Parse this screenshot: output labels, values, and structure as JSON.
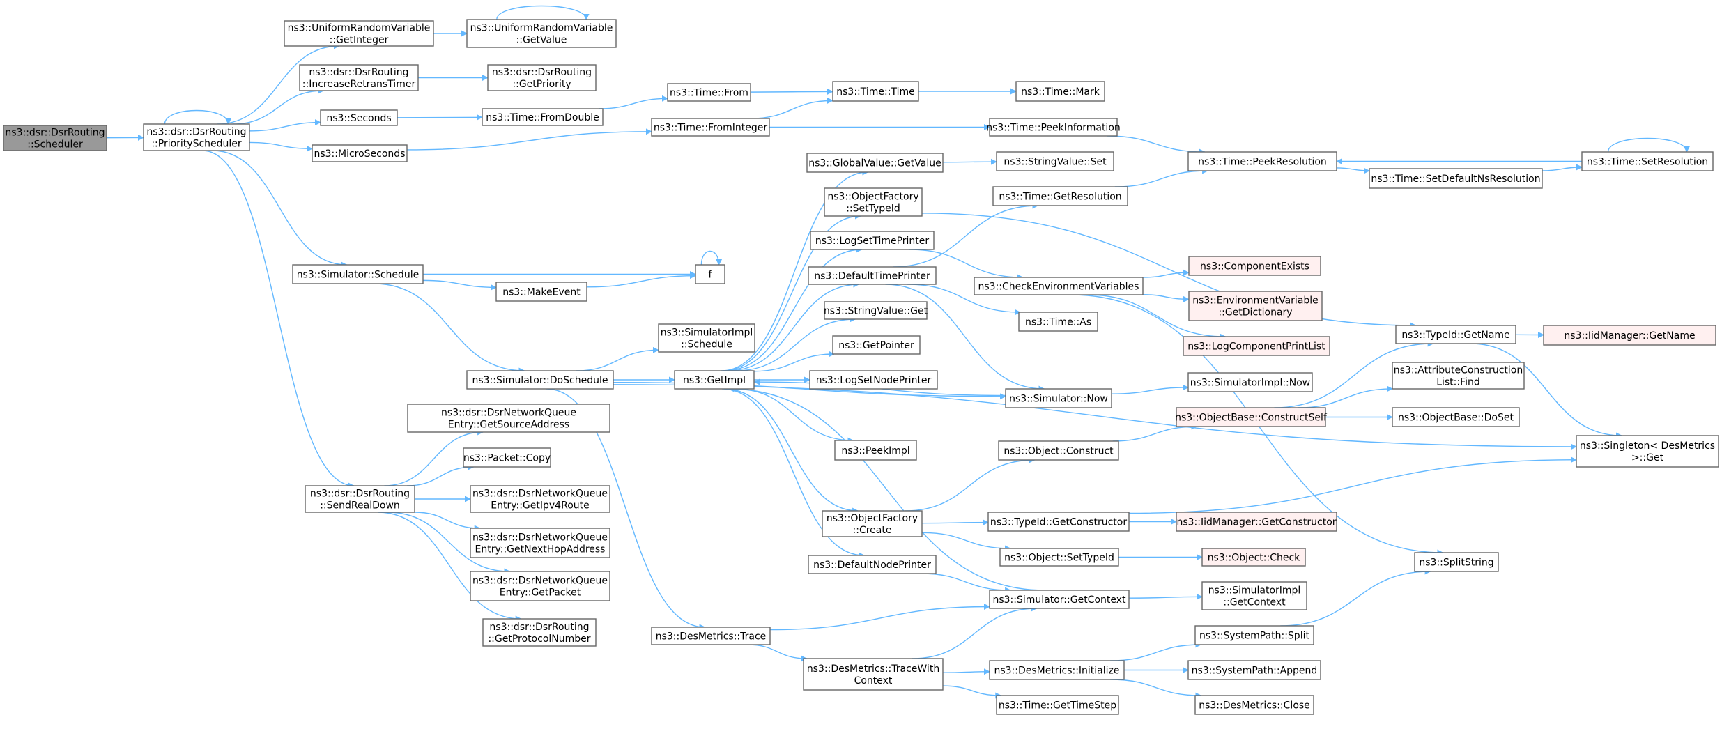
{
  "colors": {
    "edge": "#63b8ff",
    "node_border": "#666666",
    "node_fill": "#ffffff",
    "root_fill": "#999999",
    "truncated_border": "#ff0000",
    "truncated_fill": "#fff0f0",
    "text": "#000000"
  },
  "nodes": [
    {
      "id": "root",
      "lines": [
        "ns3::dsr::DsrRouting",
        "::Scheduler"
      ],
      "kind": "root"
    },
    {
      "id": "ps",
      "lines": [
        "ns3::dsr::DsrRouting",
        "::PriorityScheduler"
      ]
    },
    {
      "id": "urvGetInt",
      "lines": [
        "ns3::UniformRandomVariable",
        "::GetInteger"
      ]
    },
    {
      "id": "urvGetVal",
      "lines": [
        "ns3::UniformRandomVariable",
        "::GetValue"
      ]
    },
    {
      "id": "incRetrans",
      "lines": [
        "ns3::dsr::DsrRouting",
        "::IncreaseRetransTimer"
      ]
    },
    {
      "id": "getPriority",
      "lines": [
        "ns3::dsr::DsrRouting",
        "::GetPriority"
      ]
    },
    {
      "id": "seconds",
      "lines": [
        "ns3::Seconds"
      ]
    },
    {
      "id": "microSeconds",
      "lines": [
        "ns3::MicroSeconds"
      ]
    },
    {
      "id": "timeFromDouble",
      "lines": [
        "ns3::Time::FromDouble"
      ]
    },
    {
      "id": "timeFrom",
      "lines": [
        "ns3::Time::From"
      ]
    },
    {
      "id": "timeFromInteger",
      "lines": [
        "ns3::Time::FromInteger"
      ]
    },
    {
      "id": "timeTime",
      "lines": [
        "ns3::Time::Time"
      ]
    },
    {
      "id": "timeMark",
      "lines": [
        "ns3::Time::Mark"
      ]
    },
    {
      "id": "peekInfo",
      "lines": [
        "ns3::Time::PeekInformation"
      ]
    },
    {
      "id": "peekRes",
      "lines": [
        "ns3::Time::PeekResolution"
      ]
    },
    {
      "id": "setDefNsRes",
      "lines": [
        "ns3::Time::SetDefaultNsResolution"
      ]
    },
    {
      "id": "setRes",
      "lines": [
        "ns3::Time::SetResolution"
      ]
    },
    {
      "id": "gvGetValue",
      "lines": [
        "ns3::GlobalValue::GetValue"
      ]
    },
    {
      "id": "svSet",
      "lines": [
        "ns3::StringValue::Set"
      ]
    },
    {
      "id": "ofSetTypeId",
      "lines": [
        "ns3::ObjectFactory",
        "::SetTypeId"
      ]
    },
    {
      "id": "getResolution",
      "lines": [
        "ns3::Time::GetResolution"
      ]
    },
    {
      "id": "logSetTimePrinter",
      "lines": [
        "ns3::LogSetTimePrinter"
      ]
    },
    {
      "id": "defaultTimePrinter",
      "lines": [
        "ns3::DefaultTimePrinter"
      ]
    },
    {
      "id": "checkEnv",
      "lines": [
        "ns3::CheckEnvironmentVariables"
      ]
    },
    {
      "id": "compExists",
      "lines": [
        "ns3::ComponentExists"
      ],
      "kind": "truncated"
    },
    {
      "id": "envGetDict",
      "lines": [
        "ns3::EnvironmentVariable",
        "::GetDictionary"
      ],
      "kind": "truncated"
    },
    {
      "id": "logCompPrint",
      "lines": [
        "ns3::LogComponentPrintList"
      ],
      "kind": "truncated"
    },
    {
      "id": "timeAs",
      "lines": [
        "ns3::Time::As"
      ]
    },
    {
      "id": "simSchedule",
      "lines": [
        "ns3::Simulator::Schedule"
      ]
    },
    {
      "id": "f",
      "lines": [
        "f"
      ]
    },
    {
      "id": "makeEvent",
      "lines": [
        "ns3::MakeEvent"
      ]
    },
    {
      "id": "svGet",
      "lines": [
        "ns3::StringValue::Get"
      ]
    },
    {
      "id": "simImplSchedule",
      "lines": [
        "ns3::SimulatorImpl",
        "::Schedule"
      ]
    },
    {
      "id": "simDoSchedule",
      "lines": [
        "ns3::Simulator::DoSchedule"
      ]
    },
    {
      "id": "getImpl",
      "lines": [
        "ns3::GetImpl"
      ]
    },
    {
      "id": "getPointer",
      "lines": [
        "ns3::GetPointer"
      ]
    },
    {
      "id": "logSetNodePrinter",
      "lines": [
        "ns3::LogSetNodePrinter"
      ]
    },
    {
      "id": "typeIdGetName",
      "lines": [
        "ns3::TypeId::GetName"
      ]
    },
    {
      "id": "iidGetName",
      "lines": [
        "ns3::IidManager::GetName"
      ],
      "kind": "truncated"
    },
    {
      "id": "attrConstrFind",
      "lines": [
        "ns3::AttributeConstruction",
        "List::Find"
      ]
    },
    {
      "id": "simNow",
      "lines": [
        "ns3::Simulator::Now"
      ]
    },
    {
      "id": "simImplNow",
      "lines": [
        "ns3::SimulatorImpl::Now"
      ]
    },
    {
      "id": "obConstructSelf",
      "lines": [
        "ns3::ObjectBase::ConstructSelf"
      ],
      "kind": "truncated"
    },
    {
      "id": "obDoSet",
      "lines": [
        "ns3::ObjectBase::DoSet"
      ]
    },
    {
      "id": "singletonGet",
      "lines": [
        "ns3::Singleton< DesMetrics",
        ">::Get"
      ]
    },
    {
      "id": "srcAddr",
      "lines": [
        "ns3::dsr::DsrNetworkQueue",
        "Entry::GetSourceAddress"
      ]
    },
    {
      "id": "packetCopy",
      "lines": [
        "ns3::Packet::Copy"
      ]
    },
    {
      "id": "peekImpl",
      "lines": [
        "ns3::PeekImpl"
      ]
    },
    {
      "id": "objConstruct",
      "lines": [
        "ns3::Object::Construct"
      ]
    },
    {
      "id": "sendRealDown",
      "lines": [
        "ns3::dsr::DsrRouting",
        "::SendRealDown"
      ]
    },
    {
      "id": "ipv4Route",
      "lines": [
        "ns3::dsr::DsrNetworkQueue",
        "Entry::GetIpv4Route"
      ]
    },
    {
      "id": "ofCreate",
      "lines": [
        "ns3::ObjectFactory",
        "::Create"
      ]
    },
    {
      "id": "typeIdGetConstr",
      "lines": [
        "ns3::TypeId::GetConstructor"
      ]
    },
    {
      "id": "iidGetConstr",
      "lines": [
        "ns3::IidManager::GetConstructor"
      ],
      "kind": "truncated"
    },
    {
      "id": "nextHop",
      "lines": [
        "ns3::dsr::DsrNetworkQueue",
        "Entry::GetNextHopAddress"
      ]
    },
    {
      "id": "objSetTypeId",
      "lines": [
        "ns3::Object::SetTypeId"
      ]
    },
    {
      "id": "objCheck",
      "lines": [
        "ns3::Object::Check"
      ],
      "kind": "truncated"
    },
    {
      "id": "splitString",
      "lines": [
        "ns3::SplitString"
      ]
    },
    {
      "id": "defaultNodePrinter",
      "lines": [
        "ns3::DefaultNodePrinter"
      ]
    },
    {
      "id": "getPacket",
      "lines": [
        "ns3::dsr::DsrNetworkQueue",
        "Entry::GetPacket"
      ]
    },
    {
      "id": "simGetContext",
      "lines": [
        "ns3::Simulator::GetContext"
      ]
    },
    {
      "id": "simImplGetContext",
      "lines": [
        "ns3::SimulatorImpl",
        "::GetContext"
      ]
    },
    {
      "id": "protoNumber",
      "lines": [
        "ns3::dsr::DsrRouting",
        "::GetProtocolNumber"
      ]
    },
    {
      "id": "dmTrace",
      "lines": [
        "ns3::DesMetrics::Trace"
      ]
    },
    {
      "id": "spSplit",
      "lines": [
        "ns3::SystemPath::Split"
      ]
    },
    {
      "id": "dmTraceWith",
      "lines": [
        "ns3::DesMetrics::TraceWith",
        "Context"
      ]
    },
    {
      "id": "dmInit",
      "lines": [
        "ns3::DesMetrics::Initialize"
      ]
    },
    {
      "id": "spAppend",
      "lines": [
        "ns3::SystemPath::Append"
      ]
    },
    {
      "id": "timeStep",
      "lines": [
        "ns3::Time::GetTimeStep"
      ]
    },
    {
      "id": "dmClose",
      "lines": [
        "ns3::DesMetrics::Close"
      ]
    }
  ],
  "edges": [
    [
      "root",
      "ps"
    ],
    [
      "ps",
      "ps"
    ],
    [
      "ps",
      "urvGetInt"
    ],
    [
      "urvGetInt",
      "urvGetVal"
    ],
    [
      "urvGetVal",
      "urvGetVal"
    ],
    [
      "ps",
      "incRetrans"
    ],
    [
      "incRetrans",
      "getPriority"
    ],
    [
      "ps",
      "seconds"
    ],
    [
      "seconds",
      "timeFromDouble"
    ],
    [
      "timeFromDouble",
      "timeFrom"
    ],
    [
      "timeFrom",
      "timeTime"
    ],
    [
      "timeTime",
      "timeMark"
    ],
    [
      "ps",
      "microSeconds"
    ],
    [
      "microSeconds",
      "timeFromInteger"
    ],
    [
      "timeFromInteger",
      "timeTime"
    ],
    [
      "timeFromInteger",
      "peekInfo"
    ],
    [
      "peekInfo",
      "peekRes"
    ],
    [
      "peekRes",
      "setDefNsRes"
    ],
    [
      "setDefNsRes",
      "setRes"
    ],
    [
      "setRes",
      "peekRes"
    ],
    [
      "setRes",
      "setRes"
    ],
    [
      "ps",
      "simSchedule"
    ],
    [
      "ps",
      "sendRealDown"
    ],
    [
      "simSchedule",
      "f"
    ],
    [
      "f",
      "f"
    ],
    [
      "simSchedule",
      "makeEvent"
    ],
    [
      "makeEvent",
      "f"
    ],
    [
      "simSchedule",
      "simDoSchedule"
    ],
    [
      "simDoSchedule",
      "simImplSchedule"
    ],
    [
      "simDoSchedule",
      "getImpl"
    ],
    [
      "simDoSchedule",
      "simNow"
    ],
    [
      "simDoSchedule",
      "dmTrace"
    ],
    [
      "simDoSchedule",
      "singletonGet"
    ],
    [
      "getImpl",
      "gvGetValue"
    ],
    [
      "gvGetValue",
      "svSet"
    ],
    [
      "getImpl",
      "ofSetTypeId"
    ],
    [
      "ofSetTypeId",
      "typeIdGetName"
    ],
    [
      "getImpl",
      "logSetTimePrinter"
    ],
    [
      "logSetTimePrinter",
      "checkEnv"
    ],
    [
      "getImpl",
      "defaultTimePrinter"
    ],
    [
      "defaultTimePrinter",
      "getResolution"
    ],
    [
      "defaultTimePrinter",
      "timeAs"
    ],
    [
      "defaultTimePrinter",
      "simNow"
    ],
    [
      "getResolution",
      "peekRes"
    ],
    [
      "checkEnv",
      "compExists"
    ],
    [
      "checkEnv",
      "envGetDict"
    ],
    [
      "checkEnv",
      "logCompPrint"
    ],
    [
      "checkEnv",
      "splitString"
    ],
    [
      "getImpl",
      "svGet"
    ],
    [
      "getImpl",
      "getPointer"
    ],
    [
      "getImpl",
      "logSetNodePrinter"
    ],
    [
      "getImpl",
      "peekImpl"
    ],
    [
      "getImpl",
      "ofCreate"
    ],
    [
      "getImpl",
      "defaultNodePrinter"
    ],
    [
      "simNow",
      "getImpl"
    ],
    [
      "simNow",
      "simImplNow"
    ],
    [
      "typeIdGetName",
      "iidGetName"
    ],
    [
      "typeIdGetName",
      "singletonGet"
    ],
    [
      "obConstructSelf",
      "typeIdGetName"
    ],
    [
      "obConstructSelf",
      "attrConstrFind"
    ],
    [
      "obConstructSelf",
      "obDoSet"
    ],
    [
      "objConstruct",
      "obConstructSelf"
    ],
    [
      "ofCreate",
      "objConstruct"
    ],
    [
      "ofCreate",
      "typeIdGetConstr"
    ],
    [
      "ofCreate",
      "objSetTypeId"
    ],
    [
      "typeIdGetConstr",
      "iidGetConstr"
    ],
    [
      "typeIdGetConstr",
      "singletonGet"
    ],
    [
      "objSetTypeId",
      "objCheck"
    ],
    [
      "defaultNodePrinter",
      "simGetContext"
    ],
    [
      "simGetContext",
      "getImpl"
    ],
    [
      "simGetContext",
      "simImplGetContext"
    ],
    [
      "sendRealDown",
      "srcAddr"
    ],
    [
      "sendRealDown",
      "packetCopy"
    ],
    [
      "sendRealDown",
      "ipv4Route"
    ],
    [
      "sendRealDown",
      "nextHop"
    ],
    [
      "sendRealDown",
      "getPacket"
    ],
    [
      "sendRealDown",
      "protoNumber"
    ],
    [
      "dmTrace",
      "simGetContext"
    ],
    [
      "dmTrace",
      "dmTraceWith"
    ],
    [
      "dmTraceWith",
      "simGetContext"
    ],
    [
      "dmTraceWith",
      "dmInit"
    ],
    [
      "dmTraceWith",
      "timeStep"
    ],
    [
      "dmInit",
      "spSplit"
    ],
    [
      "dmInit",
      "spAppend"
    ],
    [
      "dmInit",
      "dmClose"
    ],
    [
      "spSplit",
      "splitString"
    ]
  ]
}
